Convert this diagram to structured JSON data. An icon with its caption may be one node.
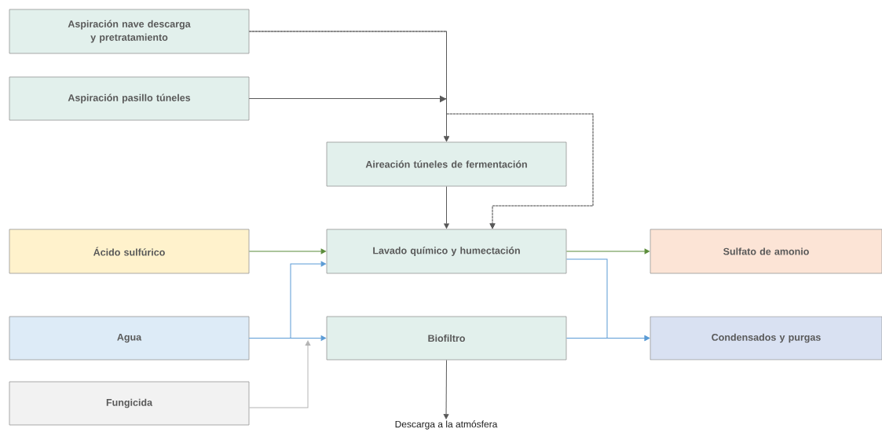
{
  "diagram": {
    "nodes": [
      {
        "text": [
          "Aspiración nave descarga y pretratamiento"
        ]
      },
      {
        "text": [
          "Aspiración pasillo túneles"
        ]
      },
      {
        "text": [
          "Aireación túneles de fermentación"
        ]
      },
      {
        "text": [
          "Ácido sulfúrico"
        ]
      },
      {
        "text": [
          "Lavado químico y humectación"
        ]
      },
      {
        "text": [
          "Sulfato de amonio"
        ]
      },
      {
        "text": [
          "Agua"
        ]
      },
      {
        "text": [
          "Biofiltro"
        ]
      },
      {
        "text": [
          "Condensados y purgas"
        ]
      },
      {
        "text": [
          "Fungicida"
        ]
      },
      {
        "text": [
          "Descarga a la atmósfera"
        ]
      }
    ],
    "edges": [
      {
        "from": 0,
        "to": 2,
        "arrow": "to"
      },
      {
        "from": 1,
        "to": 2,
        "arrow": "to"
      },
      {
        "from": 0,
        "to": 4,
        "arrow": "to",
        "style": "dashed"
      },
      {
        "from": 1,
        "to": 4,
        "arrow": "to",
        "style": "dashed"
      },
      {
        "from": 2,
        "to": 4,
        "arrow": "to"
      },
      {
        "from": 3,
        "to": 4,
        "arrow": "to",
        "color": "#5b8c3a"
      },
      {
        "from": 6,
        "to": 4,
        "arrow": "to",
        "color": "#5b9bd5"
      },
      {
        "from": 6,
        "to": 7,
        "arrow": "to",
        "color": "#5b9bd5"
      },
      {
        "from": 9,
        "to": 7,
        "arrow": "to",
        "color": "#b4b4b4"
      },
      {
        "from": 4,
        "to": 5,
        "arrow": "to",
        "color": "#5b8c3a"
      },
      {
        "from": 4,
        "to": 8,
        "arrow": "to",
        "color": "#5b9bd5"
      },
      {
        "from": 7,
        "to": 8,
        "arrow": "to",
        "color": "#5b9bd5"
      },
      {
        "from": 7,
        "to": 10,
        "arrow": "to"
      }
    ]
  }
}
